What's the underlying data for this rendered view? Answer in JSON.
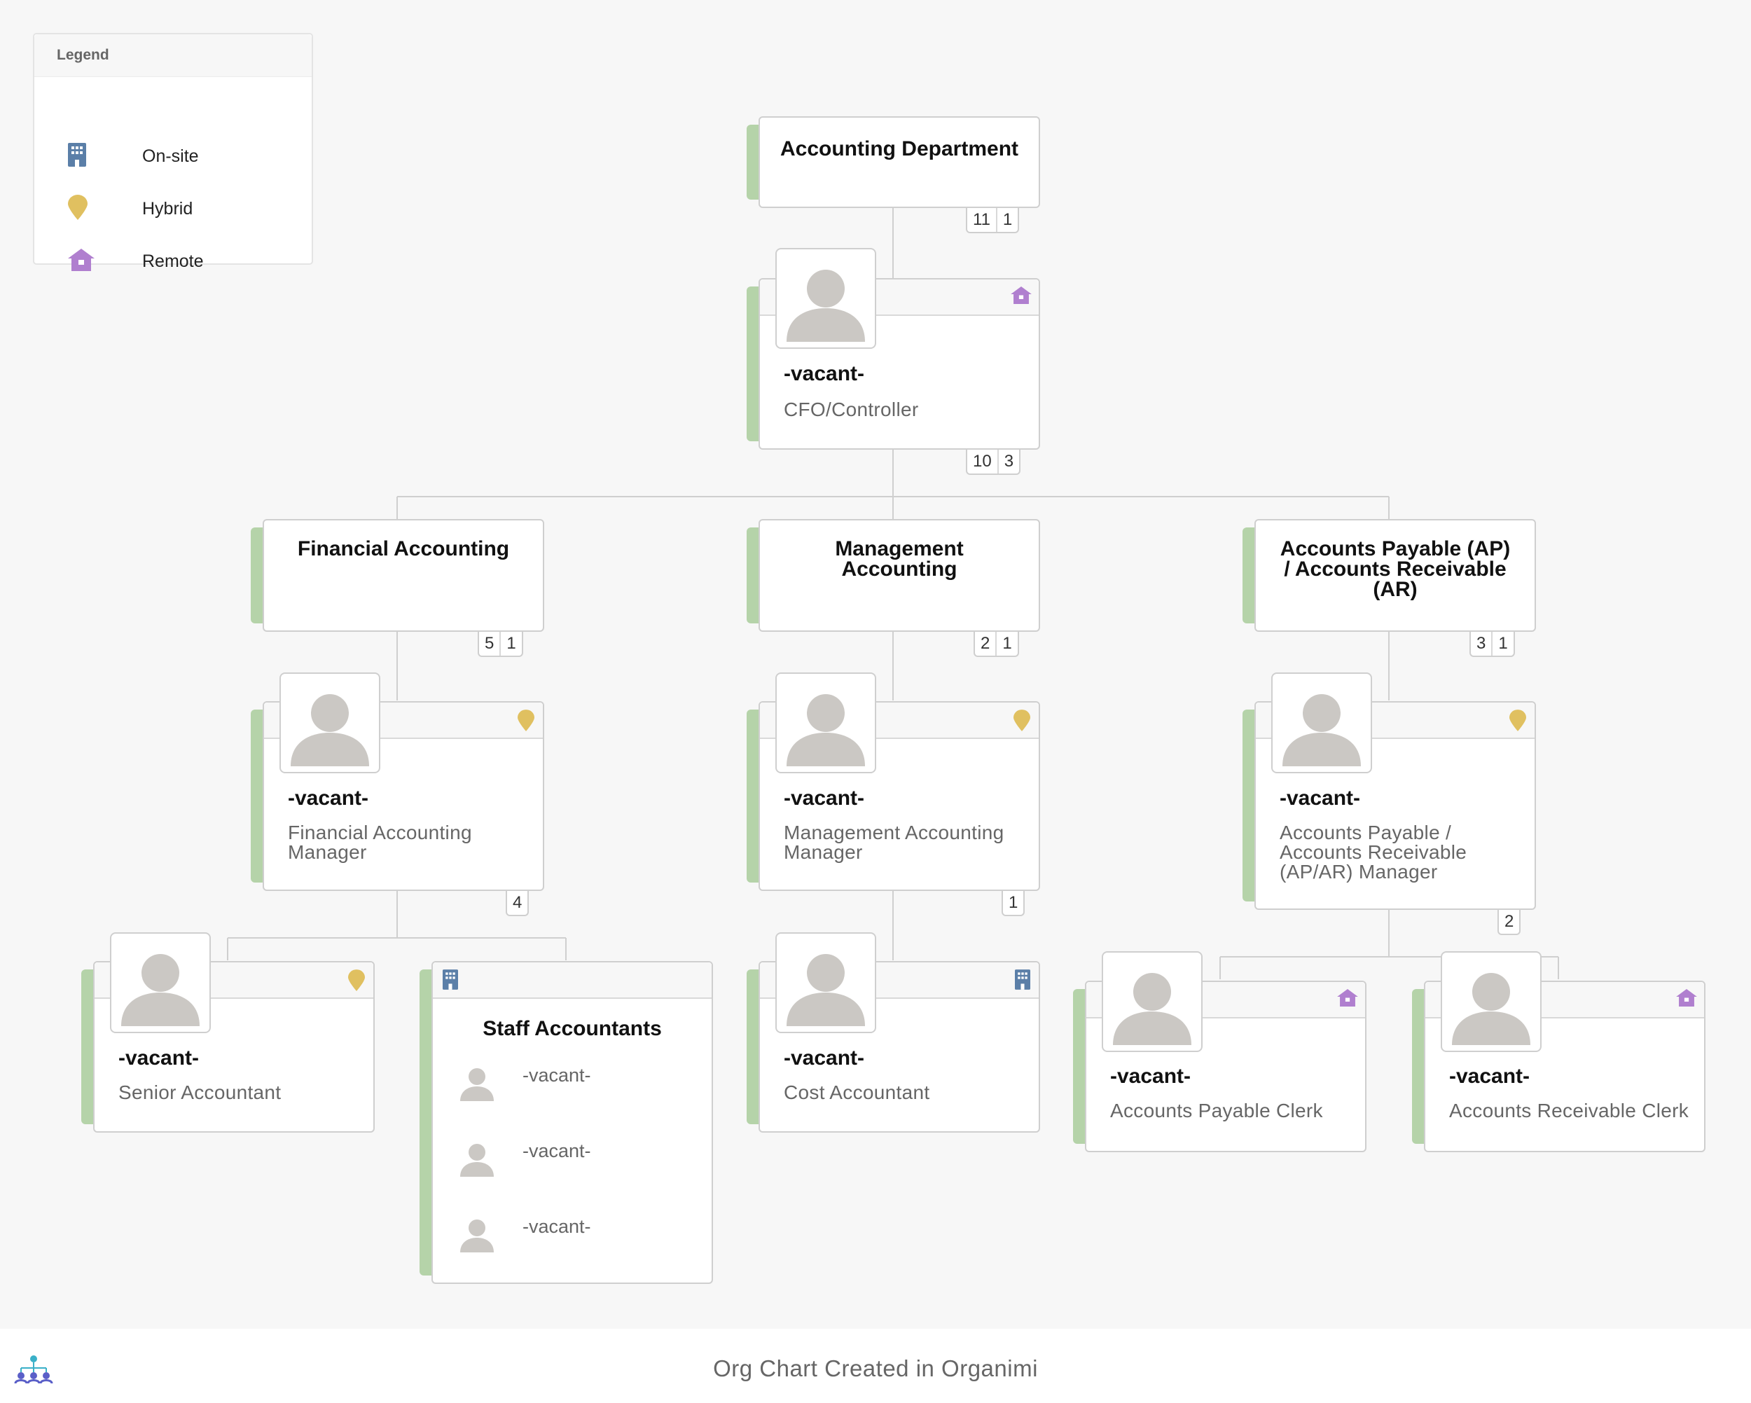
{
  "legend": {
    "title": "Legend",
    "items": [
      {
        "label": "On-site",
        "icon": "building-icon",
        "color": "#5b7fa8"
      },
      {
        "label": "Hybrid",
        "icon": "map-pin-icon",
        "color": "#e0c060"
      },
      {
        "label": "Remote",
        "icon": "house-icon",
        "color": "#b07fcf"
      }
    ]
  },
  "org": {
    "root": {
      "title": "Accounting Department",
      "counts": [
        "11",
        "1"
      ]
    },
    "cfo": {
      "name": "-vacant-",
      "title": "CFO/Controller",
      "work": "remote",
      "counts": [
        "10",
        "3"
      ]
    },
    "depts": [
      {
        "title": "Financial Accounting",
        "counts": [
          "5",
          "1"
        ]
      },
      {
        "title": "Management Accounting",
        "counts": [
          "2",
          "1"
        ]
      },
      {
        "title": "Accounts Payable (AP) / Accounts Receivable (AR)",
        "counts": [
          "3",
          "1"
        ]
      }
    ],
    "managers": [
      {
        "name": "-vacant-",
        "title": "Financial Accounting Manager",
        "work": "hybrid",
        "count": "4"
      },
      {
        "name": "-vacant-",
        "title": "Management Accounting Manager",
        "work": "hybrid",
        "count": "1"
      },
      {
        "name": "-vacant-",
        "title": "Accounts Payable / Accounts Receivable (AP/AR) Manager",
        "work": "hybrid",
        "count": "2"
      }
    ],
    "staff": [
      {
        "name": "-vacant-",
        "title": "Senior Accountant",
        "work": "hybrid"
      },
      {
        "name": "-vacant-",
        "title": "Cost Accountant",
        "work": "on-site"
      },
      {
        "name": "-vacant-",
        "title": "Accounts Payable Clerk",
        "work": "remote"
      },
      {
        "name": "-vacant-",
        "title": "Accounts Receivable Clerk",
        "work": "remote"
      }
    ],
    "group": {
      "title": "Staff Accountants",
      "work": "on-site",
      "members": [
        "-vacant-",
        "-vacant-",
        "-vacant-"
      ]
    }
  },
  "footer": {
    "text": "Org Chart Created in Organimi",
    "logo": "organimi-logo-icon"
  }
}
